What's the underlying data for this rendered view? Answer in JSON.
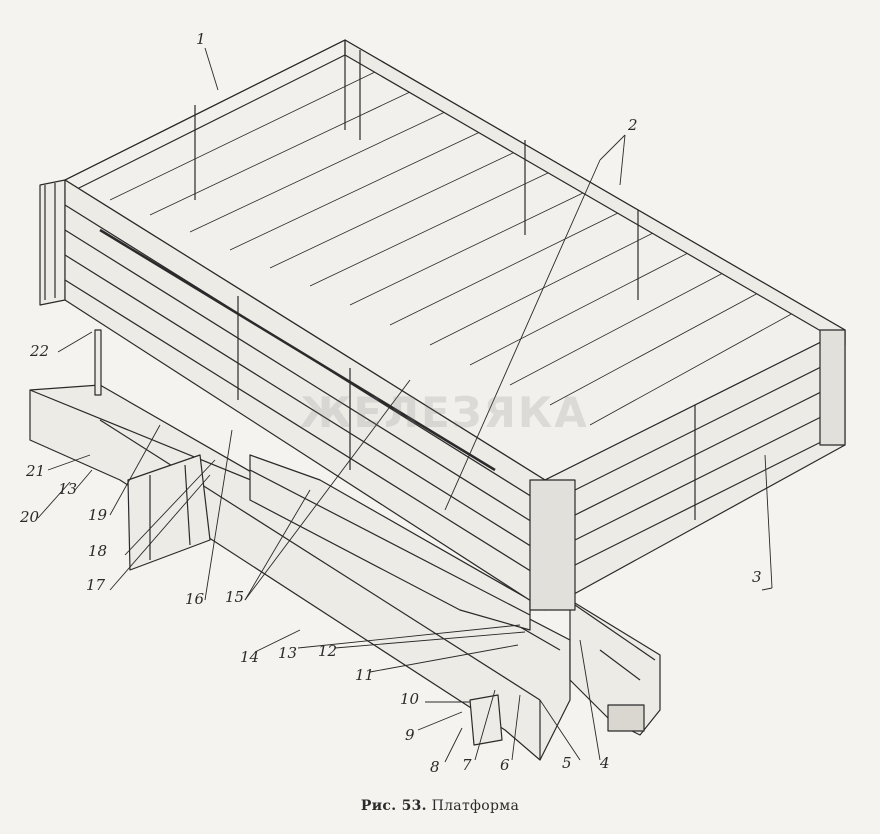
{
  "caption": {
    "prefix": "Рис. 53.",
    "title": "Платформа"
  },
  "watermark": "ЖЕЛЕЗЯКА",
  "callouts": [
    {
      "id": "c1",
      "text": "1"
    },
    {
      "id": "c2",
      "text": "2"
    },
    {
      "id": "c3",
      "text": "3"
    },
    {
      "id": "c4",
      "text": "4"
    },
    {
      "id": "c5",
      "text": "5"
    },
    {
      "id": "c6",
      "text": "6"
    },
    {
      "id": "c7",
      "text": "7"
    },
    {
      "id": "c8",
      "text": "8"
    },
    {
      "id": "c9",
      "text": "9"
    },
    {
      "id": "c10",
      "text": "10"
    },
    {
      "id": "c11",
      "text": "11"
    },
    {
      "id": "c12",
      "text": "12"
    },
    {
      "id": "c13a",
      "text": "13"
    },
    {
      "id": "c13b",
      "text": "13"
    },
    {
      "id": "c14",
      "text": "14"
    },
    {
      "id": "c15",
      "text": "15"
    },
    {
      "id": "c16",
      "text": "16"
    },
    {
      "id": "c17",
      "text": "17"
    },
    {
      "id": "c18",
      "text": "18"
    },
    {
      "id": "c19",
      "text": "19"
    },
    {
      "id": "c20",
      "text": "20"
    },
    {
      "id": "c21",
      "text": "21"
    },
    {
      "id": "c22",
      "text": "22"
    }
  ],
  "colors": {
    "ink": "#2a2a2a",
    "paper": "#f4f3ef",
    "wood": "#ecebe6"
  }
}
